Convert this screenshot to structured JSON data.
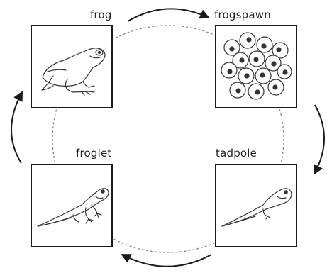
{
  "stages": {
    "frog": {
      "label": "frog",
      "icon": "frog-icon"
    },
    "frogspawn": {
      "label": "frogspawn",
      "icon": "frogspawn-icon"
    },
    "tadpole": {
      "label": "tadpole",
      "icon": "tadpole-icon"
    },
    "froglet": {
      "label": "froglet",
      "icon": "froglet-icon"
    }
  },
  "colors": {
    "ink": "#1a1a1a",
    "dashed_circle": "#8a8a8a",
    "background": "#ffffff"
  }
}
